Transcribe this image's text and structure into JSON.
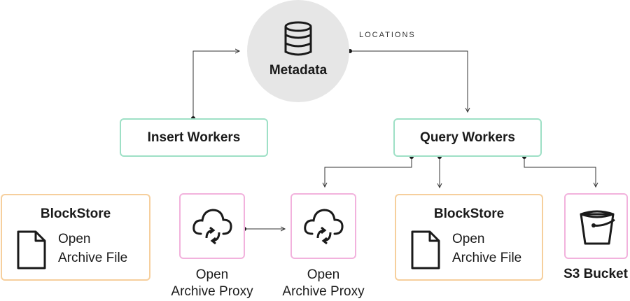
{
  "metadata": {
    "label": "Metadata",
    "icon": "database-icon"
  },
  "edge": {
    "locations_label": "LOCATIONS"
  },
  "workers": {
    "insert_label": "Insert Workers",
    "query_label": "Query Workers"
  },
  "blockstore_left": {
    "title": "BlockStore",
    "line1": "Open",
    "line2": "Archive File",
    "icon": "file-icon"
  },
  "blockstore_right": {
    "title": "BlockStore",
    "line1": "Open",
    "line2": "Archive File",
    "icon": "file-icon"
  },
  "proxy_a": {
    "line1": "Open",
    "line2": "Archive Proxy",
    "icon": "cloud-sync-icon"
  },
  "proxy_b": {
    "line1": "Open",
    "line2": "Archive Proxy",
    "icon": "cloud-sync-icon"
  },
  "s3": {
    "label": "S3 Bucket",
    "icon": "bucket-icon"
  },
  "colors": {
    "worker_border": "#9ee0c6",
    "blockstore_border": "#f6cf9d",
    "proxy_border": "#f2b2dd",
    "metadata_fill": "#e6e6e6",
    "connector": "#333333"
  }
}
